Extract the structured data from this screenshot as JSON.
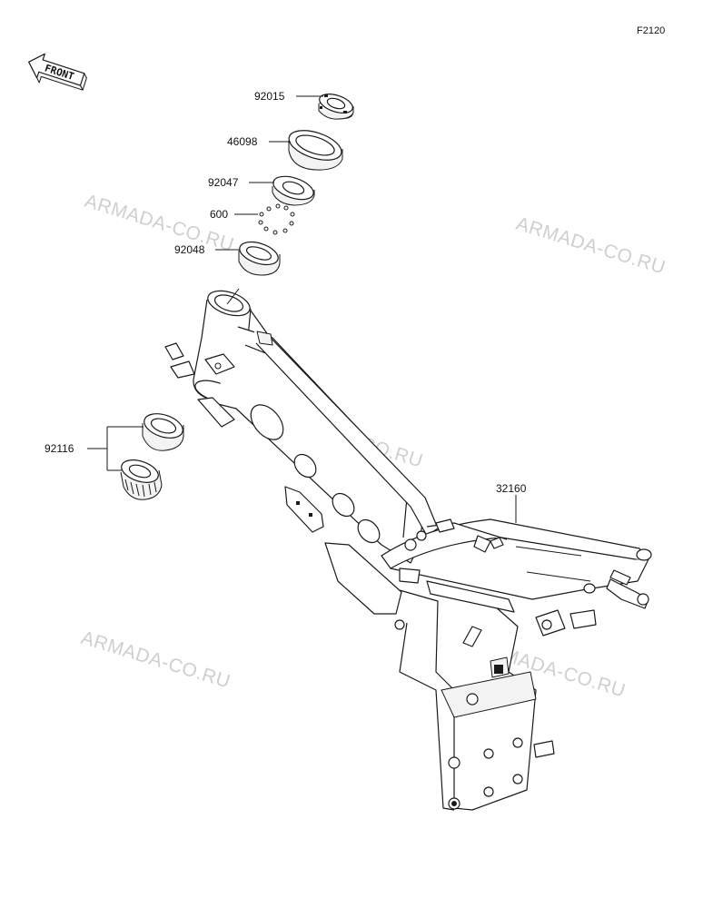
{
  "diagram": {
    "code": "F2120",
    "front_label": "FRONT",
    "watermark": "ARMADA-CO.RU",
    "parts": {
      "p92015": "92015",
      "p46098": "46098",
      "p92047": "92047",
      "p600": "600",
      "p92048": "92048",
      "p92116": "92116",
      "p32160": "32160"
    },
    "icons": {
      "front_arrow": "front-arrow-icon"
    }
  }
}
